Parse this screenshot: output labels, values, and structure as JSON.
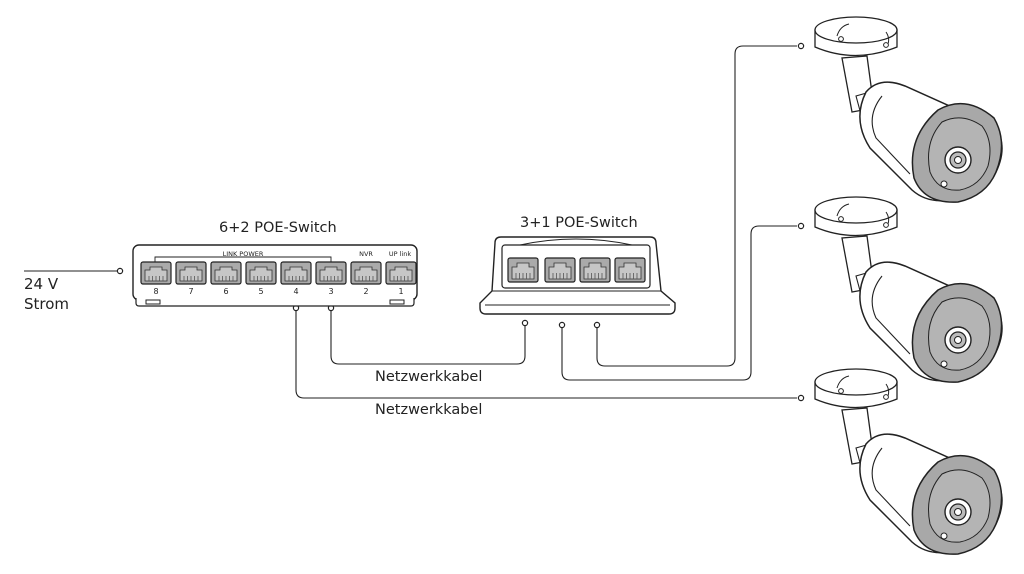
{
  "power": {
    "voltage": "24 V",
    "label": "Strom"
  },
  "switch_large": {
    "title": "6+2 POE-Switch",
    "group_label": "LINK POWER",
    "label_nvr": "NVR",
    "label_uplink": "UP link",
    "port_numbers": [
      "8",
      "7",
      "6",
      "5",
      "4",
      "3",
      "2",
      "1"
    ]
  },
  "switch_small": {
    "title": "3+1 POE-Switch"
  },
  "cables": {
    "label_upper": "Netzwerkkabel",
    "label_lower": "Netzwerkkabel"
  },
  "colors": {
    "line": "#222222",
    "port_fill": "#aaaaaa",
    "lens_fill": "#a8a8a8",
    "background": "#ffffff"
  }
}
